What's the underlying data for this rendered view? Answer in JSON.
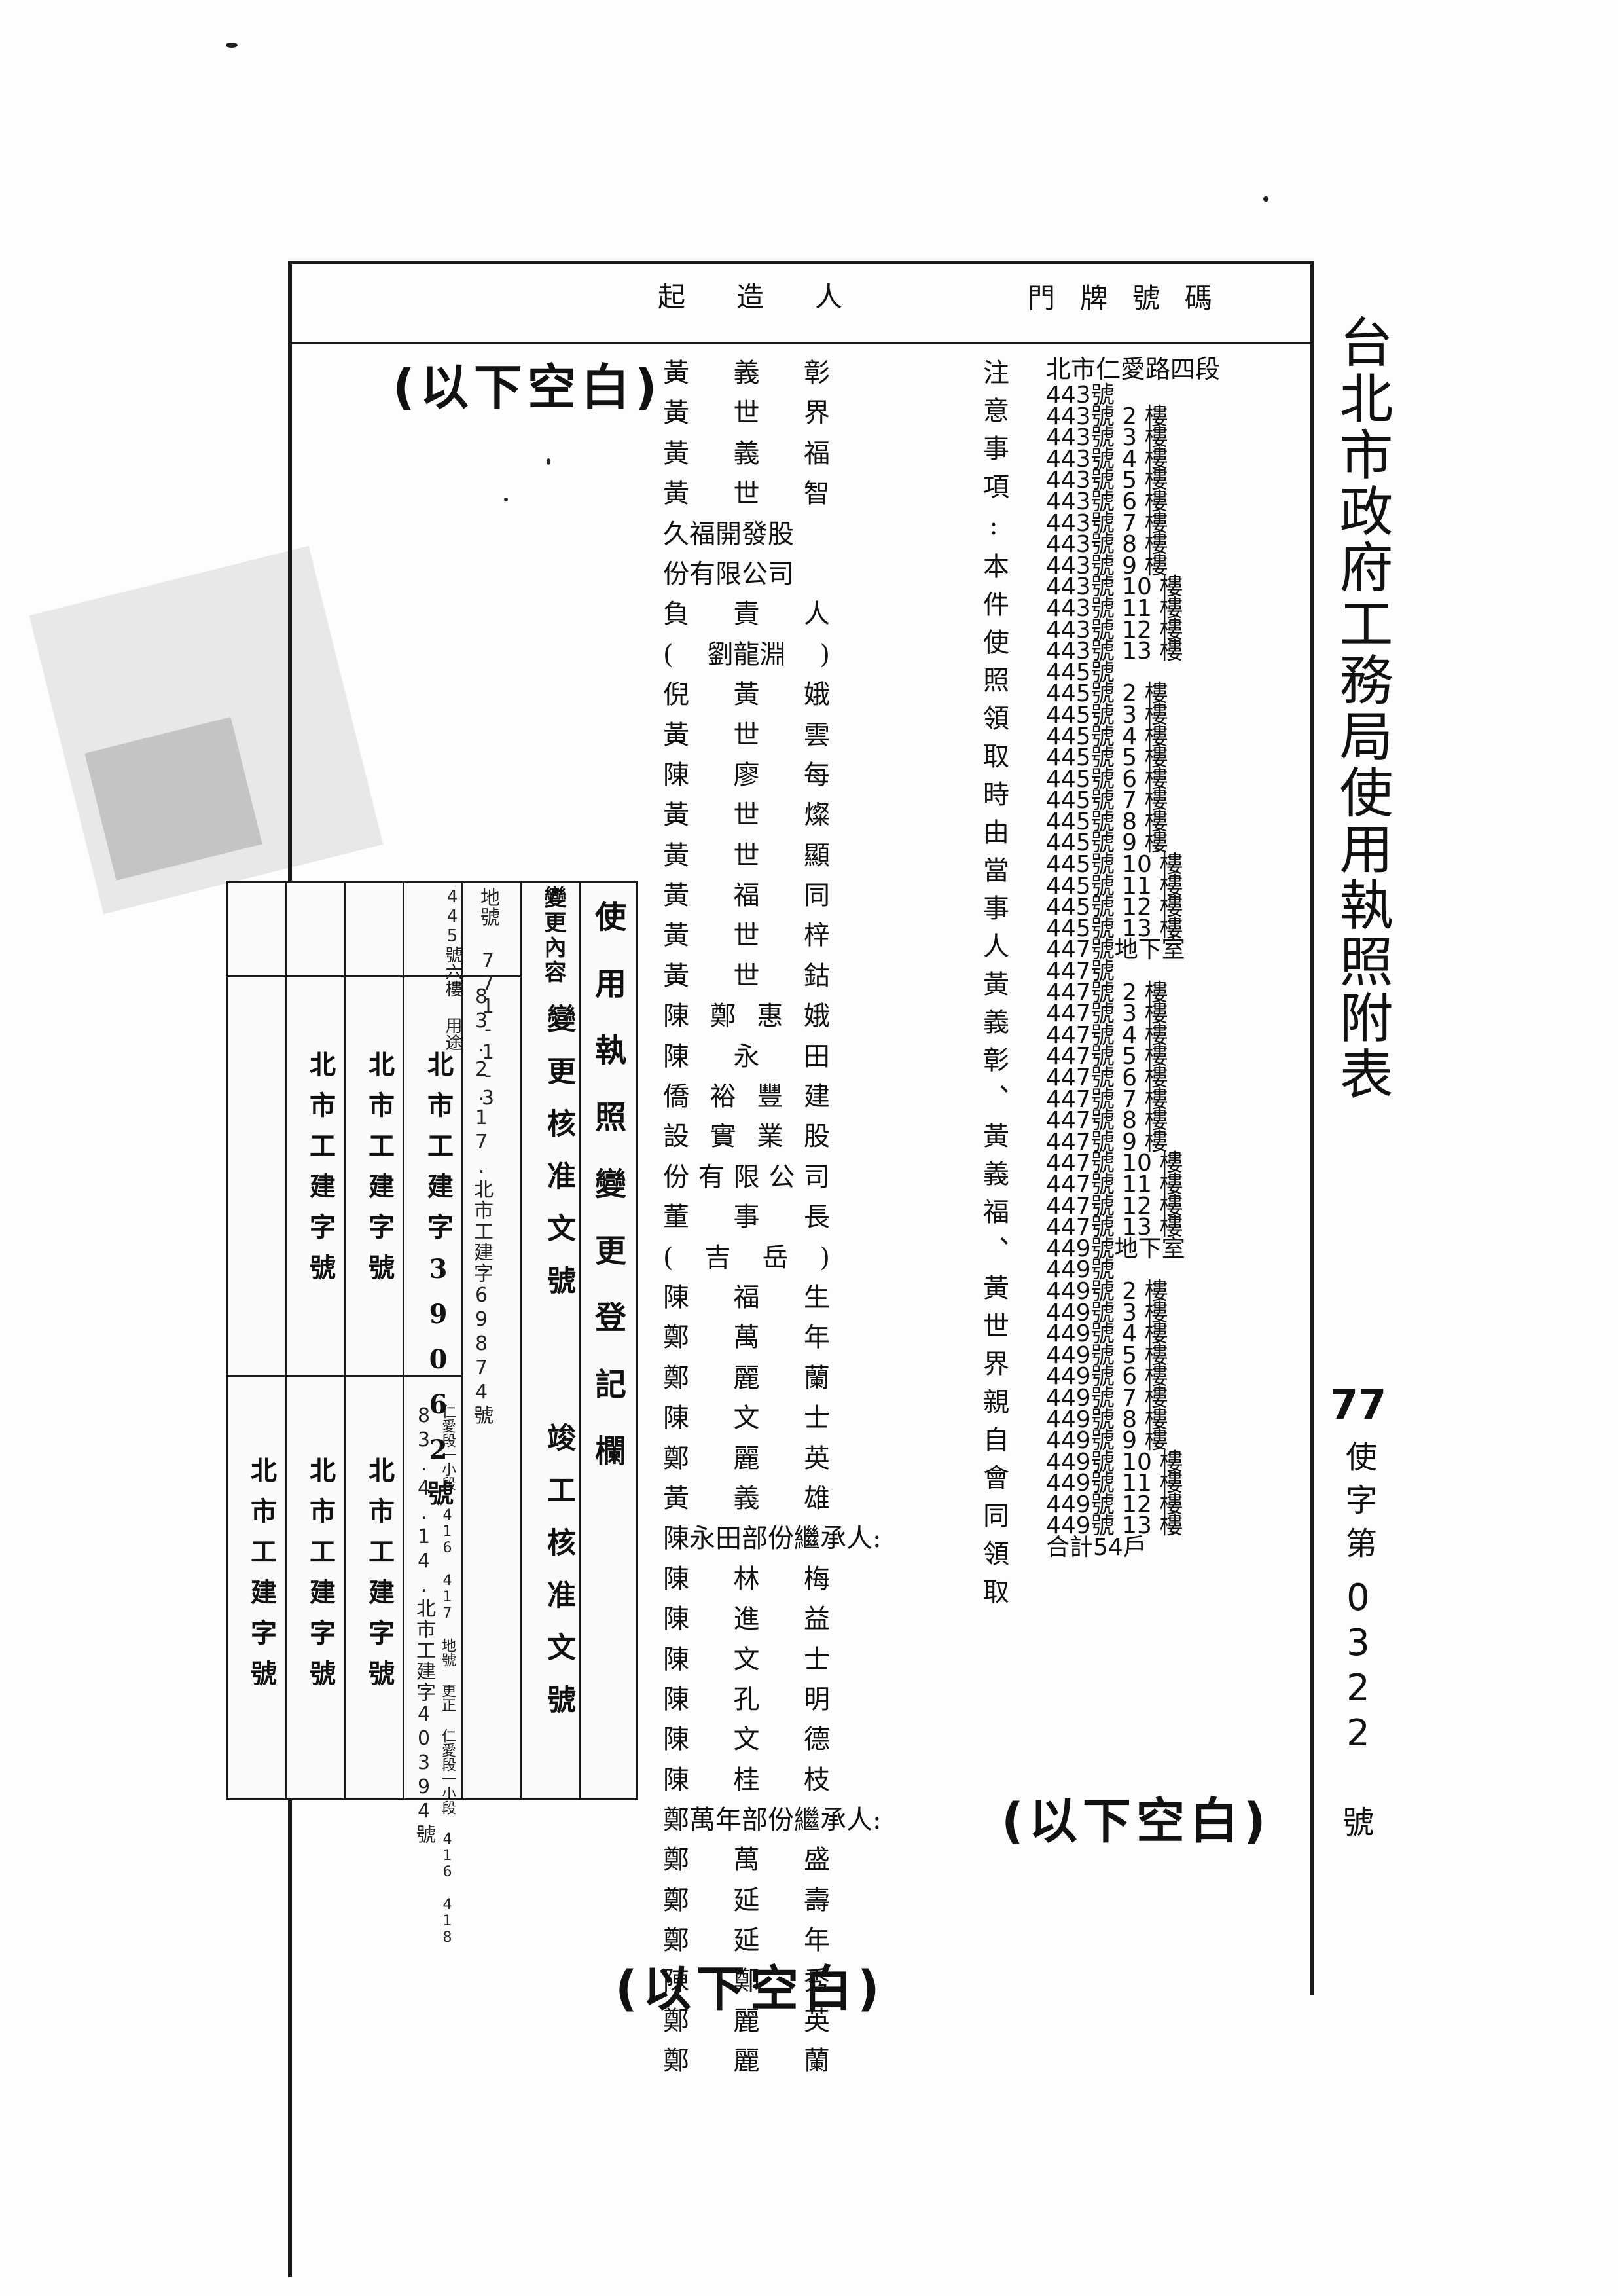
{
  "document": {
    "title": "台北市政府工務局使用執照附表",
    "permit_year": "77",
    "permit_char": "使字第",
    "permit_number": "0322",
    "permit_suffix": "號",
    "header_address": "門牌號碼",
    "header_builder": "起造人",
    "blank_marks": [
      "(以下空白)",
      "(以下空白)",
      "(以下空白)"
    ]
  },
  "owners": [
    [
      "黃",
      "義",
      "彰"
    ],
    [
      "黃",
      "世",
      "界"
    ],
    [
      "黃",
      "義",
      "福"
    ],
    [
      "黃",
      "世",
      "智"
    ],
    [
      "久福開發股",
      ""
    ],
    [
      "份有限公司",
      ""
    ],
    [
      "負",
      "責",
      "人"
    ],
    [
      "(",
      "劉龍淵",
      ")"
    ],
    [
      "倪",
      "黃",
      "娥"
    ],
    [
      "黃",
      "世",
      "雲"
    ],
    [
      "陳",
      "廖",
      "每"
    ],
    [
      "黃",
      "世",
      "燦"
    ],
    [
      "黃",
      "世",
      "顯"
    ],
    [
      "黃",
      "福",
      "同"
    ],
    [
      "黃",
      "世",
      "梓"
    ],
    [
      "黃",
      "世",
      "鈷"
    ],
    [
      "陳",
      "鄭",
      "惠",
      "娥"
    ],
    [
      "陳",
      "永",
      "田"
    ],
    [
      "僑",
      "裕",
      "豐",
      "建"
    ],
    [
      "設",
      "實",
      "業",
      "股"
    ],
    [
      "份",
      "有",
      "限",
      "公",
      "司"
    ],
    [
      "董",
      "事",
      "長"
    ],
    [
      "(",
      "吉",
      "岳",
      ")"
    ],
    [
      "陳",
      "福",
      "生"
    ],
    [
      "鄭",
      "萬",
      "年"
    ],
    [
      "鄭",
      "麗",
      "蘭"
    ],
    [
      "陳",
      "文",
      "士"
    ],
    [
      "鄭",
      "麗",
      "英"
    ],
    [
      "黃",
      "義",
      "雄"
    ],
    [
      "陳永田部份繼承人:",
      ""
    ],
    [
      "陳",
      "林",
      "梅"
    ],
    [
      "陳",
      "進",
      "益"
    ],
    [
      "陳",
      "文",
      "士"
    ],
    [
      "陳",
      "孔",
      "明"
    ],
    [
      "陳",
      "文",
      "德"
    ],
    [
      "陳",
      "桂",
      "枝"
    ],
    [
      "鄭萬年部份繼承人:",
      ""
    ],
    [
      "鄭",
      "萬",
      "盛"
    ],
    [
      "鄭",
      "延",
      "壽"
    ],
    [
      "鄭",
      "延",
      "年"
    ],
    [
      "陳",
      "鄭",
      "秀"
    ],
    [
      "鄭",
      "麗",
      "英"
    ],
    [
      "鄭",
      "麗",
      "蘭"
    ]
  ],
  "addresses": [
    "北市仁愛路四段",
    "443號",
    "443號 2 樓",
    "443號 3 樓",
    "443號 4 樓",
    "443號 5 樓",
    "443號 6 樓",
    "443號 7 樓",
    "443號 8 樓",
    "443號 9 樓",
    "443號 10 樓",
    "443號 11 樓",
    "443號 12 樓",
    "443號 13 樓",
    "445號",
    "445號 2 樓",
    "445號 3 樓",
    "445號 4 樓",
    "445號 5 樓",
    "445號 6 樓",
    "445號 7 樓",
    "445號 8 樓",
    "445號 9 樓",
    "445號 10 樓",
    "445號 11 樓",
    "445號 12 樓",
    "445號 13 樓",
    "447號地下室",
    "447號",
    "447號 2 樓",
    "447號 3 樓",
    "447號 4 樓",
    "447號 5 樓",
    "447號 6 樓",
    "447號 7 樓",
    "447號 8 樓",
    "447號 9 樓",
    "447號 10 樓",
    "447號 11 樓",
    "447號 12 樓",
    "447號 13 樓",
    "449號地下室",
    "449號",
    "449號 2 樓",
    "449號 3 樓",
    "449號 4 樓",
    "449號 5 樓",
    "449號 6 樓",
    "449號 7 樓",
    "449號 8 樓",
    "449號 9 樓",
    "449號 10 樓",
    "449號 11 樓",
    "449號 12 樓",
    "449號 13 樓",
    "合計54戶"
  ],
  "note": "注意事項:本件使照領取時由當事人黃義彰、黃義福、黃世界親自會同領取",
  "change_table": {
    "title": "使用執照變更登記欄",
    "col_heads": [
      "變更內容",
      "變更核准文號",
      "竣工核准文號"
    ],
    "rows": [
      {
        "content": "地號 771-1-3",
        "content2": "445號六樓 用途",
        "approval": "83.2.17.北市工建字69874號",
        "completion": "83.4.14.北市工建字40394號",
        "hand_note": "仁愛段一小段 416 417 地號 更正 仁愛段一小段 416 418"
      },
      {
        "content": "",
        "approval": "北市工建字39062號",
        "completion": "北市工建字號"
      },
      {
        "content": "",
        "approval": "北市工建字號",
        "completion": "北市工建字號"
      },
      {
        "content": "",
        "approval": "北市工建字號",
        "completion": "北市工建字號"
      }
    ]
  }
}
